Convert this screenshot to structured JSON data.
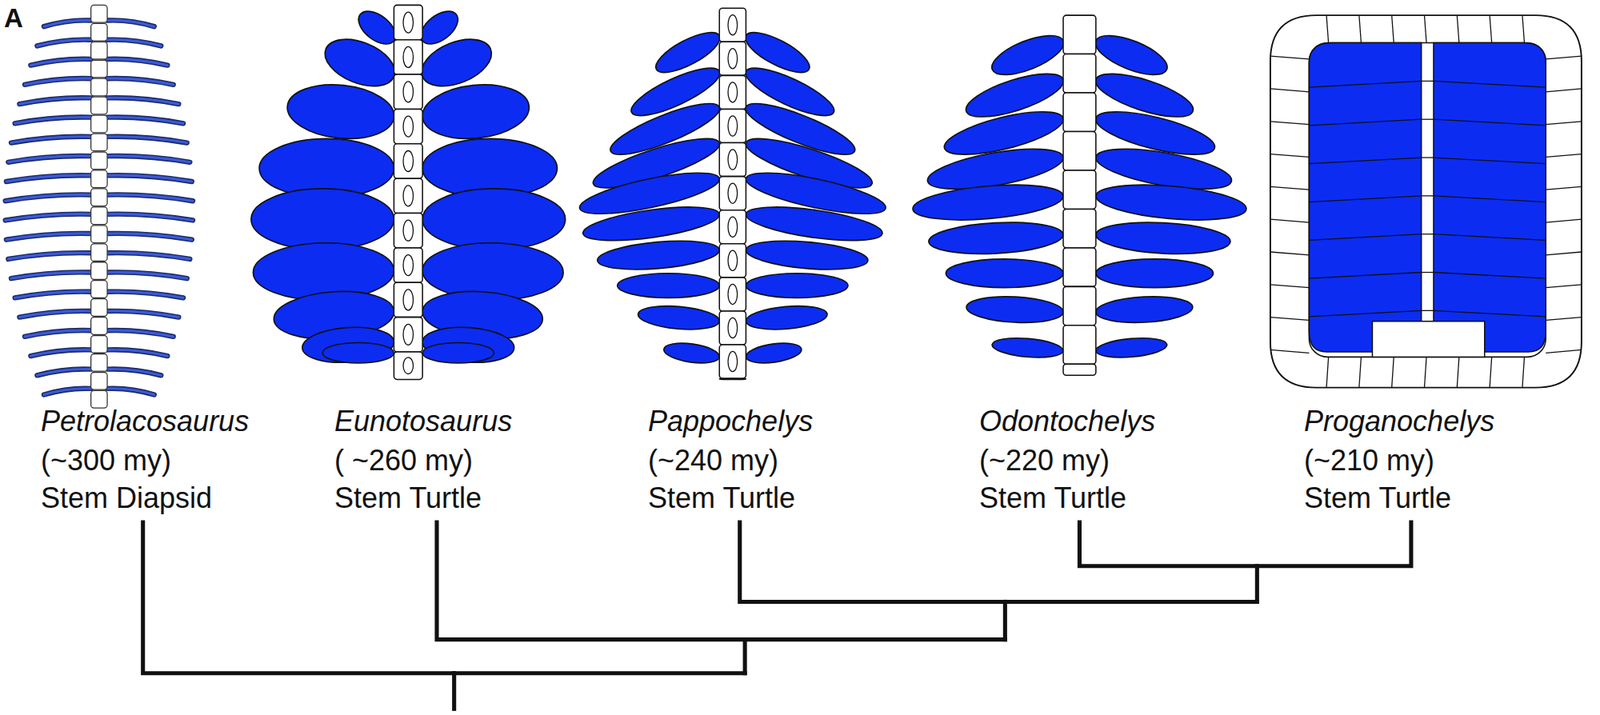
{
  "diagram": {
    "labels": [
      "A",
      "Petrolacosaurus",
      "(~300 my)",
      "Stem Diapsid",
      "Eunotosaurus",
      "( ~260 my)",
      "Stem Turtle",
      "Pappochelys",
      "(~240 my)",
      "Stem Turtle",
      "Odontochelys",
      "(~220 my)",
      "Stem Turtle",
      "Proganochelys",
      "(~210 my)",
      "Stem Turtle"
    ]
  }
}
